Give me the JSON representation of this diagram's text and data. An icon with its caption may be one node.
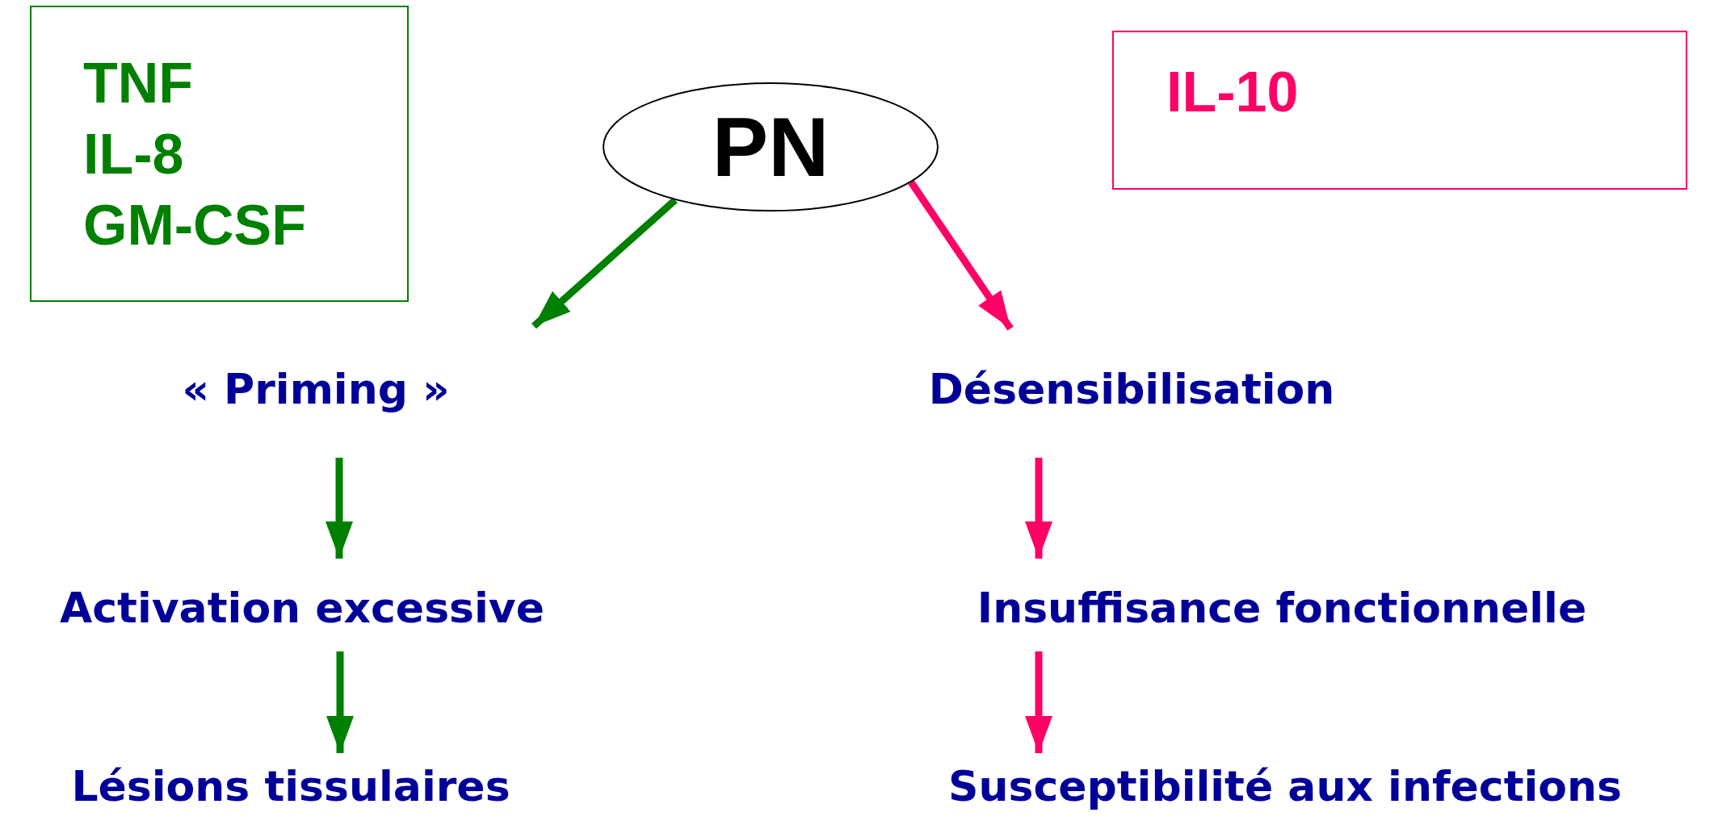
{
  "diagram": {
    "nodes": [
      {
        "text": [
          "TNF",
          "IL-8",
          "GM-CSF"
        ]
      },
      {
        "text": [
          "PN"
        ]
      },
      {
        "text": [
          "IL-10"
        ]
      },
      {
        "text": [
          "« Priming »"
        ]
      },
      {
        "text": [
          "Désensibilisation"
        ]
      },
      {
        "text": [
          "Activation excessive"
        ]
      },
      {
        "text": [
          "Insuffisance fonctionnelle"
        ]
      },
      {
        "text": [
          "Lésions tissulaires"
        ]
      },
      {
        "text": [
          "Susceptibilité aux infections"
        ]
      }
    ],
    "edges": [
      {
        "from": 1,
        "to": 3,
        "arrow": "to",
        "color": "#008000"
      },
      {
        "from": 1,
        "to": 4,
        "arrow": "to",
        "color": "#ff0066"
      },
      {
        "from": 3,
        "to": 5,
        "arrow": "to",
        "color": "#008000"
      },
      {
        "from": 5,
        "to": 7,
        "arrow": "to",
        "color": "#008000"
      },
      {
        "from": 4,
        "to": 6,
        "arrow": "to",
        "color": "#ff0066"
      },
      {
        "from": 6,
        "to": 8,
        "arrow": "to",
        "color": "#ff0066"
      }
    ]
  }
}
